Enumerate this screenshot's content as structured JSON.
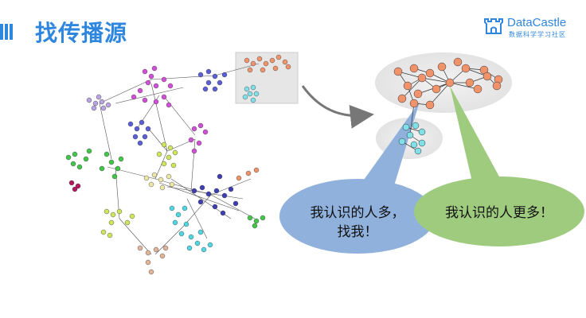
{
  "page": {
    "title": "找传播源",
    "logo": {
      "name": "DataCastle",
      "tagline": "数据科学学习社区"
    }
  },
  "bubbles": [
    {
      "id": "left",
      "text_line1": "我认识的人多，",
      "text_line2": "找我！",
      "color": "#8fb1dc"
    },
    {
      "id": "right",
      "text_line1": "我认识的人更多！",
      "color": "#9fcb7e"
    }
  ],
  "colors": {
    "accent": "#2e86de",
    "node_orange": "#f0936b",
    "node_cyan": "#4fd6e0"
  }
}
